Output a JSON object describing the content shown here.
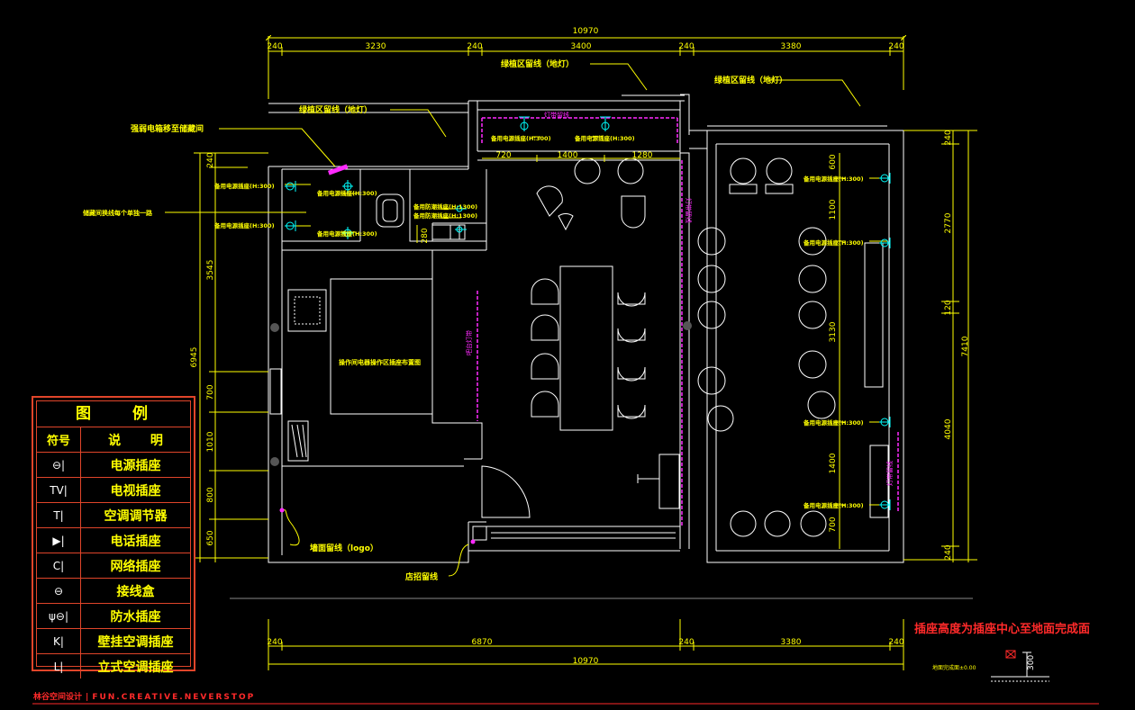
{
  "colors": {
    "bg": "#000000",
    "wall": "#ffffff",
    "dim": "#ffff00",
    "furniture": "#ffffff",
    "accent": "#ff2aff",
    "socket": "#00ffff",
    "red": "#ff2a2a",
    "legend_border": "#e0452a"
  },
  "dims_top": {
    "total": "10970",
    "segments": [
      "240",
      "3230",
      "240",
      "3400",
      "240",
      "3380",
      "240"
    ]
  },
  "dims_bottom": {
    "total": "10970",
    "segments": [
      "240",
      "6870",
      "240",
      "3380",
      "240"
    ]
  },
  "dims_inner_top": [
    "720",
    "1400",
    "1280"
  ],
  "dims_left": {
    "total": "6945",
    "segments": [
      "240",
      "3545",
      "700",
      "1010",
      "800",
      "650"
    ]
  },
  "dims_right": {
    "total": "7410",
    "segments": [
      "240",
      "2770",
      "120",
      "4040",
      "240"
    ]
  },
  "dims_right_inner": [
    "600",
    "1100",
    "3130",
    "1400",
    "700"
  ],
  "dim_small": [
    "280"
  ],
  "annotations": {
    "green_zone_1": "绿植区留线（地灯）",
    "green_zone_2": "绿植区留线（地灯）",
    "green_zone_3": "绿植区留线（地灯）",
    "weak_box": "强弱电箱移至储藏间",
    "storage_note": "储藏间换线每个单独一路",
    "wall_logo": "墙面留线（logo）",
    "shop_sign": "店招留线",
    "kitchen_note": "操作间电器操作区插座布置图",
    "top_strip": "灯带留线",
    "pink_vertical_1": "吧台灯带",
    "pink_vertical_2": "灯带留线",
    "pink_vertical_3": "灯带留线"
  },
  "socket_labels": {
    "left_1": "备用电源插座(H:300)",
    "left_2": "备用电源插座(H:300)",
    "store_1": "备用电源插座(H:300)",
    "store_2": "备用电源插座(H:300)",
    "water_1": "备用防潮插座(H:1300)",
    "water_2": "备用防潮插座(H:1300)",
    "top_1": "备用电源插座(H:300)",
    "top_2": "备用电源插座(H:300)",
    "right_1": "备用电源插座(H:300)",
    "right_2": "备用电源插座(H:300)",
    "right_3": "备用电源插座(H:300)",
    "right_4": "备用电源插座(H:300)"
  },
  "legend": {
    "title": "图 例",
    "col_symbol": "符号",
    "col_desc": "说 明",
    "items": [
      {
        "icon": "power-socket-icon",
        "symbol": "⊖|",
        "label": "电源插座"
      },
      {
        "icon": "tv-socket-icon",
        "symbol": "TV|",
        "label": "电视插座"
      },
      {
        "icon": "ac-controller-icon",
        "symbol": "T|",
        "label": "空调调节器"
      },
      {
        "icon": "phone-socket-icon",
        "symbol": "▶|",
        "label": "电话插座"
      },
      {
        "icon": "network-socket-icon",
        "symbol": "C|",
        "label": "网络插座"
      },
      {
        "icon": "junction-box-icon",
        "symbol": "⊖",
        "label": "接线盒"
      },
      {
        "icon": "waterproof-socket-icon",
        "symbol": "ψ⊖|",
        "label": "防水插座"
      },
      {
        "icon": "wall-ac-socket-icon",
        "symbol": "K|",
        "label": "壁挂空调插座"
      },
      {
        "icon": "floor-ac-socket-icon",
        "symbol": "L|",
        "label": "立式空调插座"
      }
    ]
  },
  "note": "插座高度为插座中心至地面完成面",
  "level_note": "地面完成面±0.00",
  "level_value": "300",
  "footer": {
    "brand": "林谷空间设计",
    "slogan": "FUN.CREATIVE.NEVERSTOP"
  }
}
